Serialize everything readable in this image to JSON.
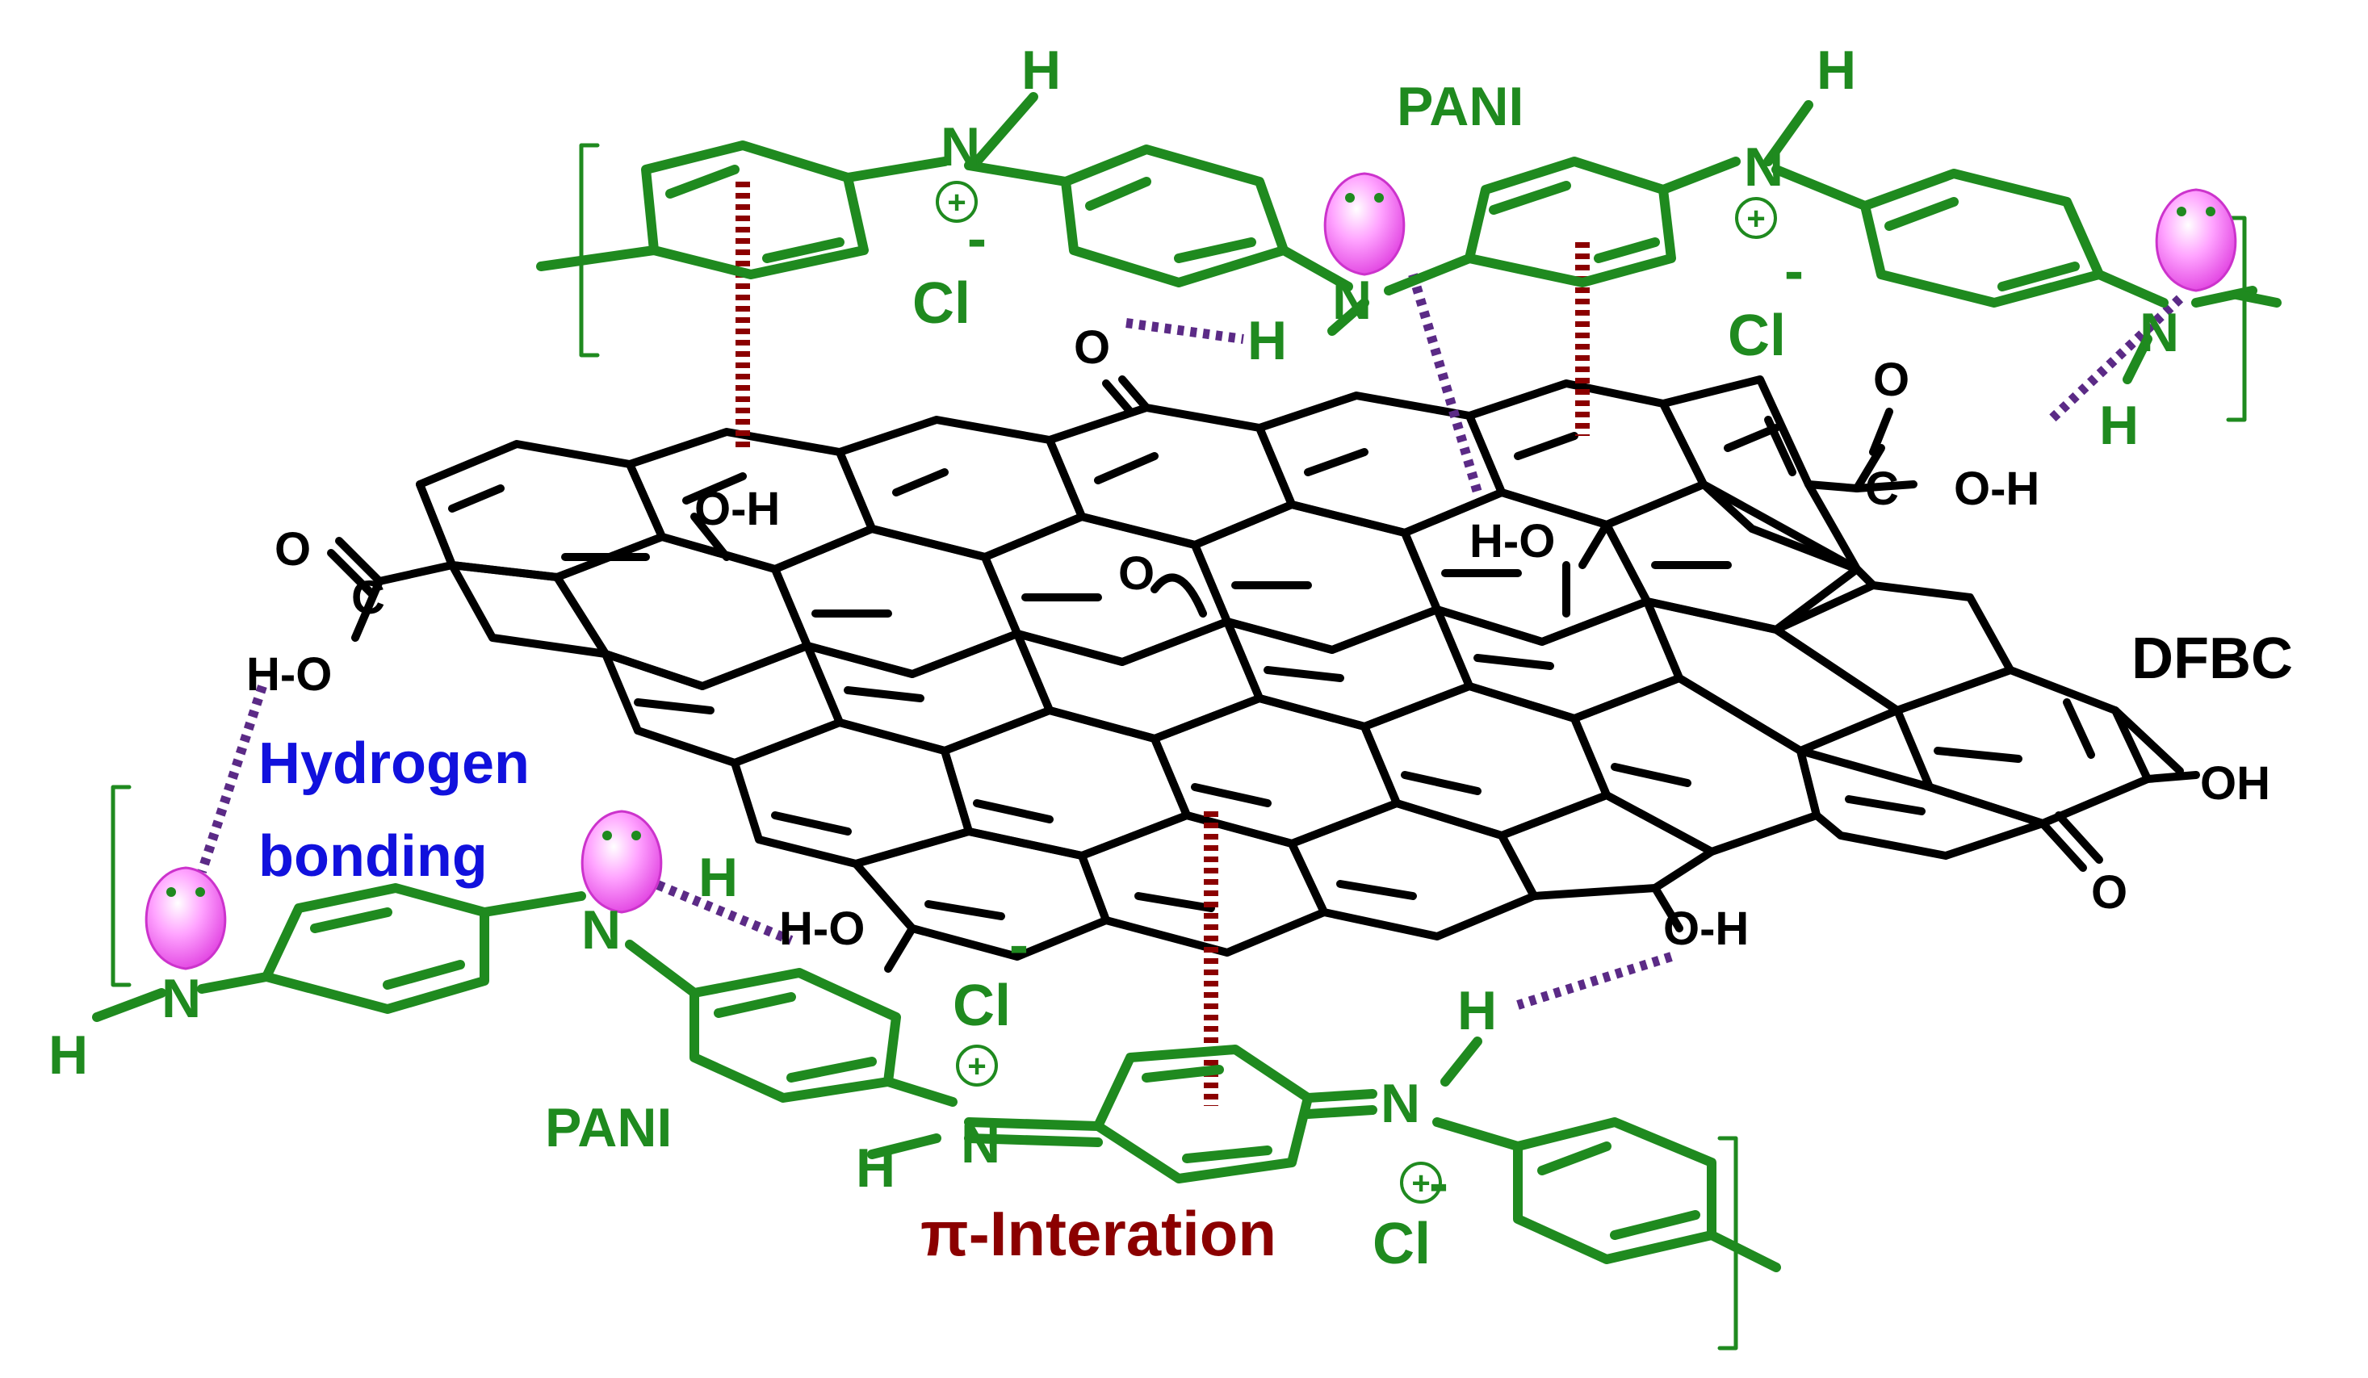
{
  "labels": {
    "pani_top": "PANI",
    "pani_bottom": "PANI",
    "dfbc": "DFBC",
    "hydrogen_line1": "Hydrogen",
    "hydrogen_line2": "bonding",
    "pi_interaction": "π-Interation",
    "chloride": "Cl",
    "minus": "-",
    "plus": "+",
    "nitrogen": "N",
    "hydrogen": "H",
    "oxygen": "O",
    "carbon": "C",
    "hydroxyl_oh": "OH",
    "o_h": "O-H",
    "h_o": "H-O"
  },
  "colors": {
    "pani": "#1f8a1f",
    "dfbc": "#000000",
    "hbond": "#5b2a86",
    "pi_stack": "#8b0000",
    "label_blue": "#1111dd",
    "lone_pair": "#ff66ff"
  }
}
